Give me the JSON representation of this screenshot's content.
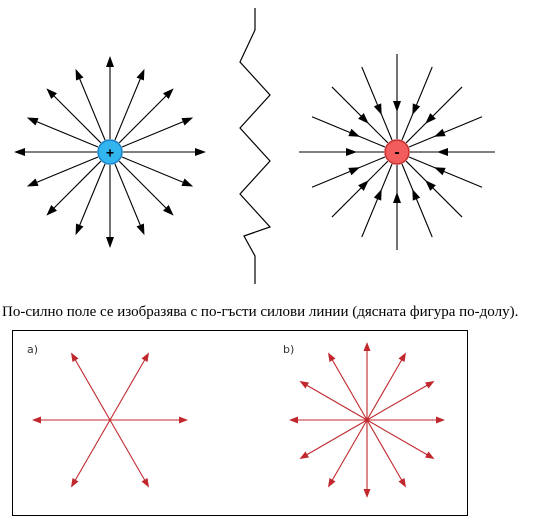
{
  "top_figure": {
    "positive_charge": {
      "sign": "+",
      "fill": "#33b5f0",
      "stroke": "#1a7fc4"
    },
    "negative_charge": {
      "sign": "-",
      "fill": "#f25c5c",
      "stroke": "#c23030"
    },
    "line_color": "#000000"
  },
  "caption": "По-силно поле се изобразява с по-гъсти силови линии (дясната фигура по-долу).",
  "bottom_figure": {
    "panel_a": {
      "label": "a)",
      "line_count": 6
    },
    "panel_b": {
      "label": "b)",
      "line_count": 12
    },
    "line_color": "#c0282d"
  }
}
